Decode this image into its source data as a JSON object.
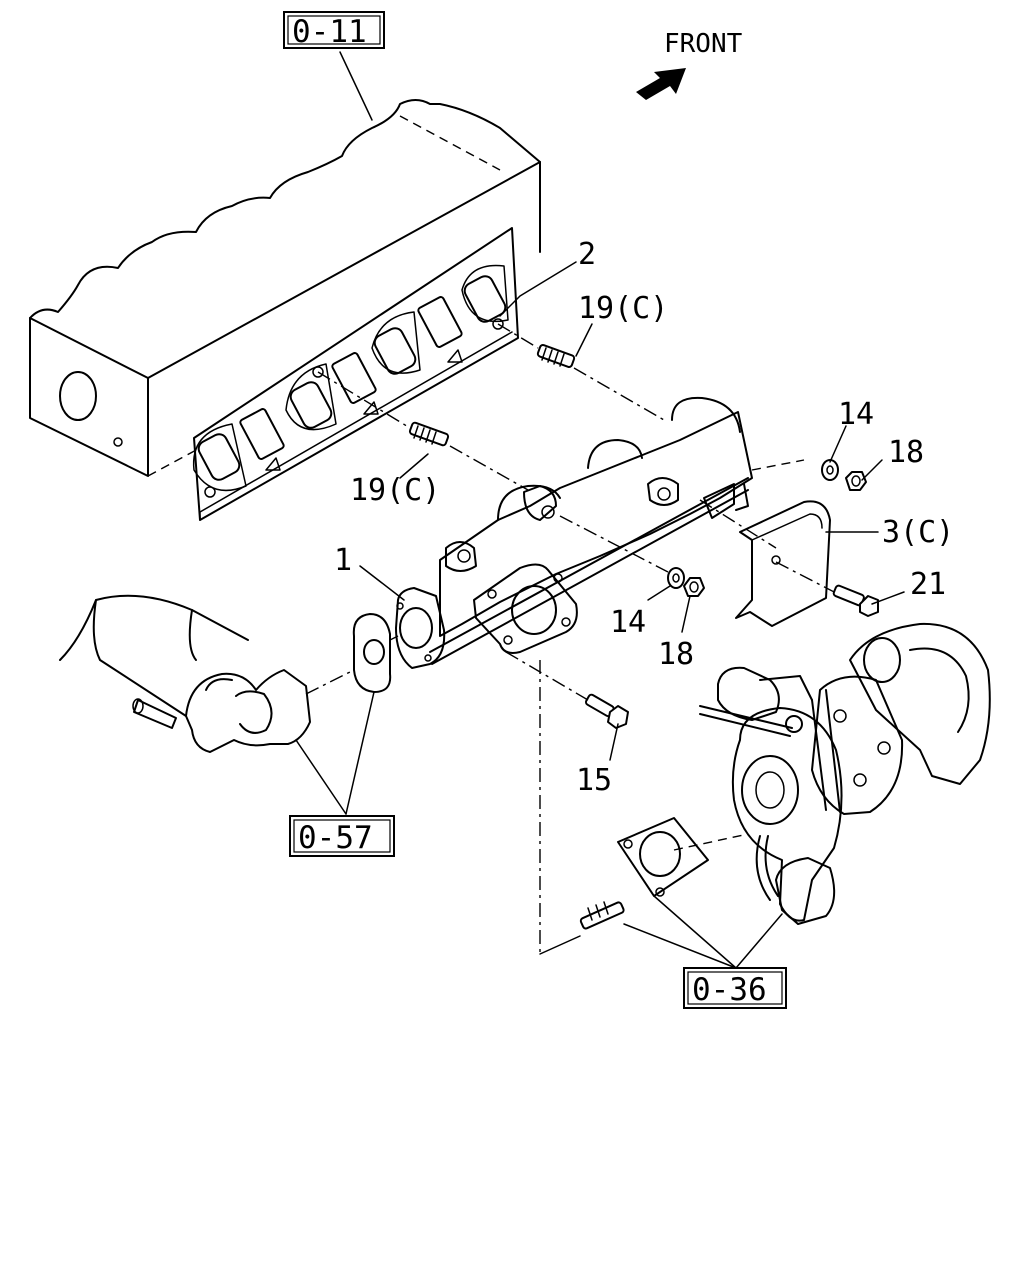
{
  "orientation": {
    "label": "FRONT"
  },
  "references": {
    "cylinder_head": "0-11",
    "egr_cooler": "0-57",
    "turbocharger": "0-36"
  },
  "callouts": {
    "manifold": "1",
    "manifold_gasket": "2",
    "heat_shield": "3(C)",
    "washer_upper": "14",
    "washer_lower": "14",
    "bolt_lower": "15",
    "nut_upper": "18",
    "nut_lower": "18",
    "stud_upper": "19(C)",
    "stud_lower": "19(C)",
    "bolt_shield": "21"
  }
}
